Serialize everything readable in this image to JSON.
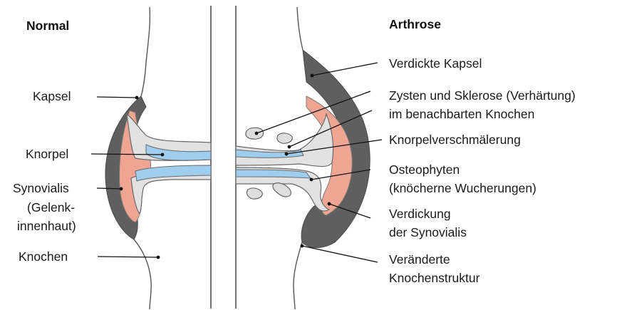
{
  "left": {
    "title": "Normal",
    "labels": {
      "kapsel": "Kapsel",
      "knorpel": "Knorpel",
      "synovialis_1": "Synovialis",
      "synovialis_2": "(Gelenk-",
      "synovialis_3": "innenhaut)",
      "knochen": "Knochen"
    }
  },
  "right": {
    "title": "Arthrose",
    "labels": {
      "kapsel": "Verdickte Kapsel",
      "zysten_1": "Zysten und Sklerose (Verhärtung)",
      "zysten_2": "im benachbarten Knochen",
      "knorpel": "Knorpelverschmälerung",
      "osteophyten_1": "Osteophyten",
      "osteophyten_2": "(knöcherne Wucherungen)",
      "synovialis_1": "Verdickung",
      "synovialis_2": "der Synovialis",
      "knochen_1": "Veränderte",
      "knochen_2": "Knochenstruktur"
    }
  },
  "colors": {
    "capsule": "#5f5f5f",
    "synovialis": "#f0a593",
    "bone": "#e2e2e2",
    "cartilage": "#9fcdee",
    "outline": "#555555"
  }
}
